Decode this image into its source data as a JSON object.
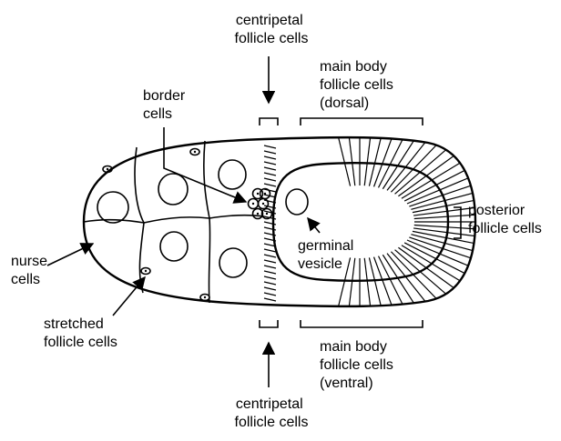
{
  "labels": {
    "centripetal_top": [
      "centripetal",
      "follicle cells"
    ],
    "main_body_dorsal": [
      "main body",
      "follicle cells",
      "(dorsal)"
    ],
    "border_cells": [
      "border",
      "cells"
    ],
    "posterior": [
      "posterior",
      "follicle cells"
    ],
    "nurse_cells": [
      "nurse",
      "cells"
    ],
    "germinal_vesicle": [
      "germinal",
      "vesicle"
    ],
    "stretched": [
      "stretched",
      "follicle cells"
    ],
    "main_body_ventral": [
      "main body",
      "follicle cells",
      "(ventral)"
    ],
    "centripetal_bottom": [
      "centripetal",
      "follicle cells"
    ]
  }
}
